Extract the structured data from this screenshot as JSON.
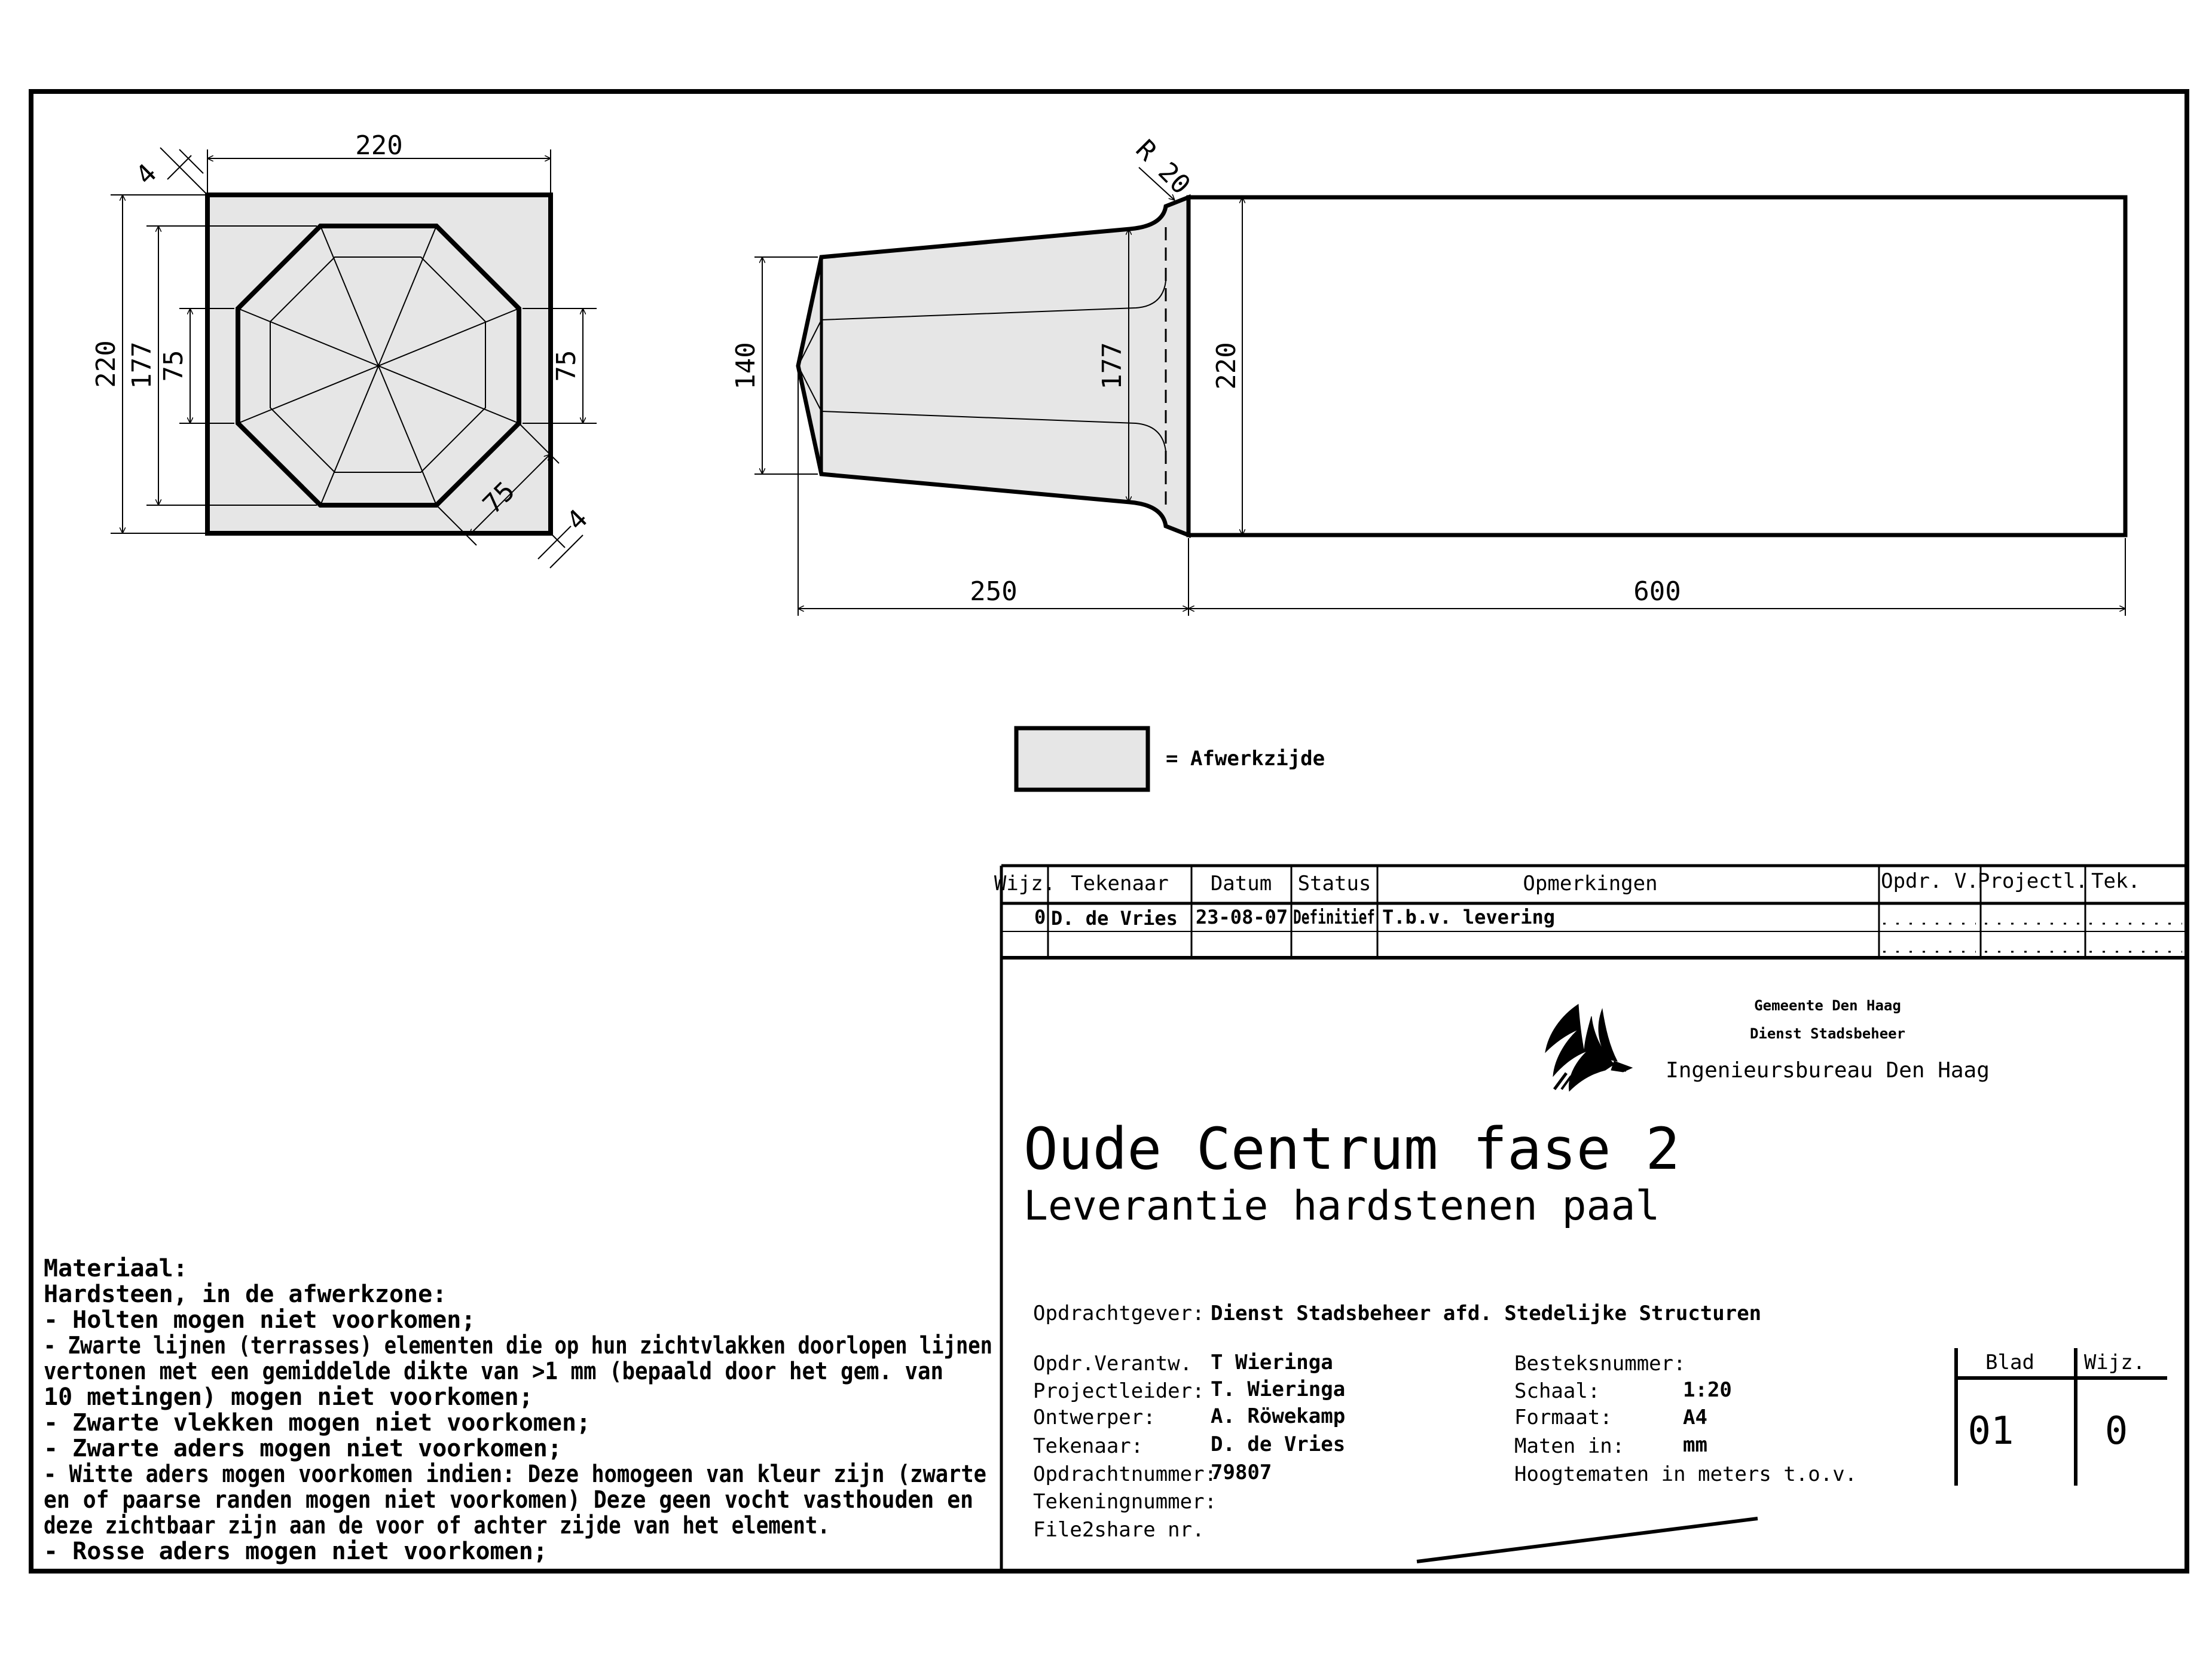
{
  "colors": {
    "fill": "#e6e6e6",
    "line": "#000000"
  },
  "drawing": {
    "square_view": {
      "width_dim": "220",
      "height_dim": "220",
      "inner_dim": "177",
      "left_small_dim": "75",
      "right_small_dim": "75",
      "diag_dim": "75",
      "chamfer_top": "4",
      "chamfer_bottom": "4"
    },
    "side_view": {
      "radius": "R 20",
      "left_height": "140",
      "mid_height": "177",
      "right_height": "220",
      "taper_length": "250",
      "body_length": "600"
    }
  },
  "legend": {
    "text": "= Afwerkzijde"
  },
  "revision_table": {
    "headers": [
      "Wijz.",
      "Tekenaar",
      "Datum",
      "Status",
      "Opmerkingen",
      "Opdr. V.",
      "Projectl.",
      "Tek."
    ],
    "row": [
      "0",
      "D. de Vries",
      "23-08-07",
      "Definitief",
      "T.b.v. levering"
    ]
  },
  "organization": {
    "line1": "Gemeente Den Haag",
    "line2": "Dienst Stadsbeheer",
    "line3": "Ingenieursbureau Den Haag",
    "logo": "stork-logo"
  },
  "title": "Oude Centrum fase 2",
  "subtitle": "Leverantie hardstenen paal",
  "client": {
    "label": "Opdrachtgever:",
    "value": "Dienst Stadsbeheer afd. Stedelijke Structuren"
  },
  "info_left": [
    {
      "label": "Opdr.Verantw.",
      "value": "T Wieringa"
    },
    {
      "label": "Projectleider:",
      "value": "T. Wieringa"
    },
    {
      "label": "Ontwerper:",
      "value": "A. Röwekamp"
    },
    {
      "label": "Tekenaar:",
      "value": "D. de Vries"
    },
    {
      "label": "Opdrachtnummer:",
      "value": "79807"
    },
    {
      "label": "Tekeningnummer:",
      "value": ""
    },
    {
      "label": "File2share nr.",
      "value": ""
    }
  ],
  "info_right": [
    {
      "label": "Besteksnummer:",
      "value": ""
    },
    {
      "label": "Schaal:",
      "value": "1:20"
    },
    {
      "label": "Formaat:",
      "value": "A4"
    },
    {
      "label": "Maten in:",
      "value": "mm"
    },
    {
      "label": "Hoogtematen in meters t.o.v.",
      "value": ""
    }
  ],
  "sheet": {
    "blad_label": "Blad",
    "blad_value": "01",
    "wijz_label": "Wijz.",
    "wijz_value": "0"
  },
  "notes": [
    "Materiaal:",
    "Hardsteen, in de afwerkzone:",
    "- Holten mogen niet voorkomen;",
    "- Zwarte lijnen (terrasses) elementen die op hun zichtvlakken doorlopen lijnen",
    "vertonen met een gemiddelde dikte van >1 mm (bepaald door het gem. van",
    "10 metingen) mogen niet voorkomen;",
    "- Zwarte vlekken mogen niet voorkomen;",
    "- Zwarte aders mogen niet voorkomen;",
    "- Witte aders mogen voorkomen indien: Deze homogeen van kleur zijn (zwarte",
    "en of paarse randen mogen niet voorkomen) Deze geen vocht vasthouden en",
    "deze zichtbaar zijn aan de voor of achter zijde van het element.",
    "- Rosse aders mogen niet voorkomen;"
  ]
}
